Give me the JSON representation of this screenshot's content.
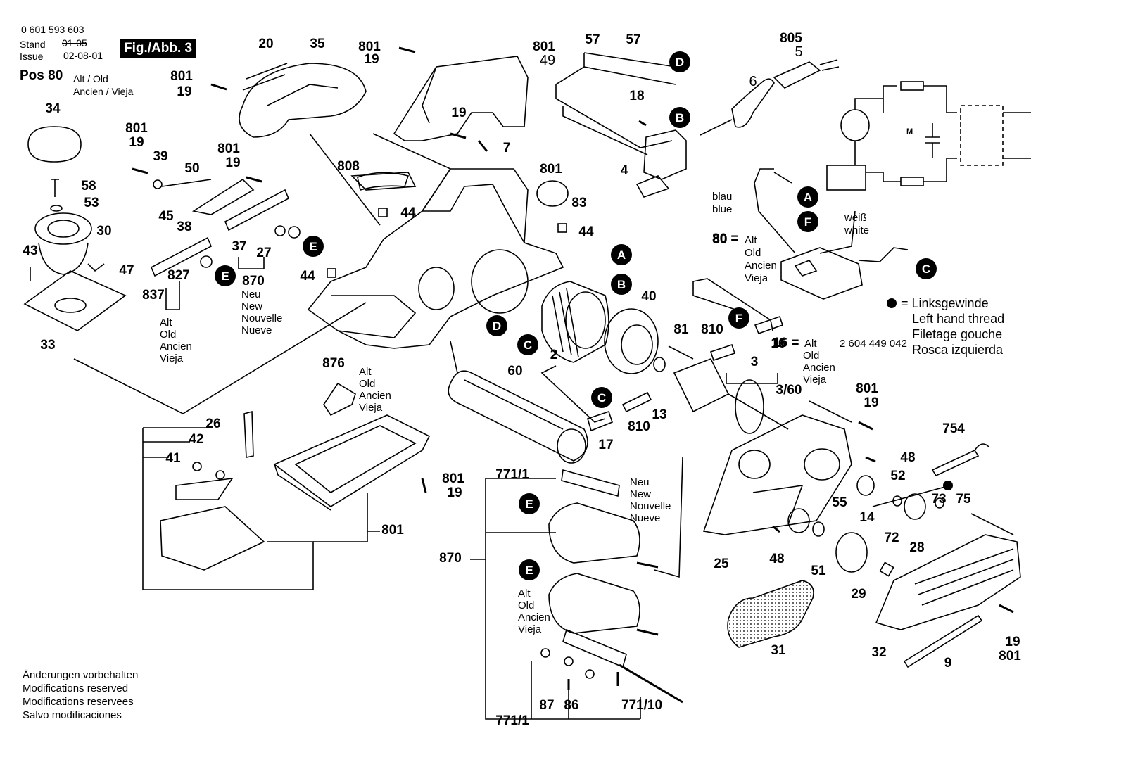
{
  "header": {
    "doc_number": "0 601 593 603",
    "stand_label": "Stand",
    "stand_old_date": "01-05",
    "issue_label": "Issue",
    "issue_date": "02-08-01",
    "figure": "Fig./Abb. 3",
    "pos_title": "Pos 80",
    "pos_alt": "Alt / Old",
    "pos_ancien": "Ancien / Vieja"
  },
  "legend": {
    "lines": [
      "= Linksgewinde",
      "Left hand thread",
      "Filetage gouche",
      "Rosca izquierda"
    ]
  },
  "footer": {
    "lines": [
      "Änderungen vorbehalten",
      "Modifications reserved",
      "Modifications reservees",
      "Salvo modificaciones"
    ]
  },
  "wire_labels": {
    "blau": "blau",
    "blue": "blue",
    "weiss": "weiß",
    "white": "white",
    "motor": "M"
  },
  "variant_notes": {
    "neu": [
      "Neu",
      "New",
      "Nouvelle",
      "Nueve"
    ],
    "alt": [
      "Alt",
      "Old",
      "Ancien",
      "Vieja"
    ],
    "pos80": [
      "80 =",
      "Alt",
      "Old",
      "Ancien",
      "Vieja"
    ],
    "pos16": [
      "16 =",
      "Alt",
      "2 604 449 042",
      "Old",
      "Ancien",
      "Vieja"
    ]
  },
  "connectors": [
    "A",
    "B",
    "C",
    "D",
    "E",
    "F"
  ],
  "part_numbers": [
    "2",
    "3",
    "3/60",
    "4",
    "5",
    "6",
    "7",
    "9",
    "13",
    "14",
    "16",
    "17",
    "18",
    "19",
    "20",
    "25",
    "26",
    "27",
    "28",
    "29",
    "30",
    "31",
    "32",
    "33",
    "34",
    "35",
    "37",
    "38",
    "39",
    "40",
    "41",
    "42",
    "43",
    "44",
    "45",
    "47",
    "48",
    "49",
    "50",
    "51",
    "52",
    "53",
    "55",
    "57",
    "58",
    "60",
    "72",
    "73",
    "75",
    "80",
    "81",
    "83",
    "86",
    "87",
    "754",
    "771/1",
    "771/10",
    "801",
    "805",
    "808",
    "810",
    "827",
    "837",
    "870",
    "876"
  ]
}
